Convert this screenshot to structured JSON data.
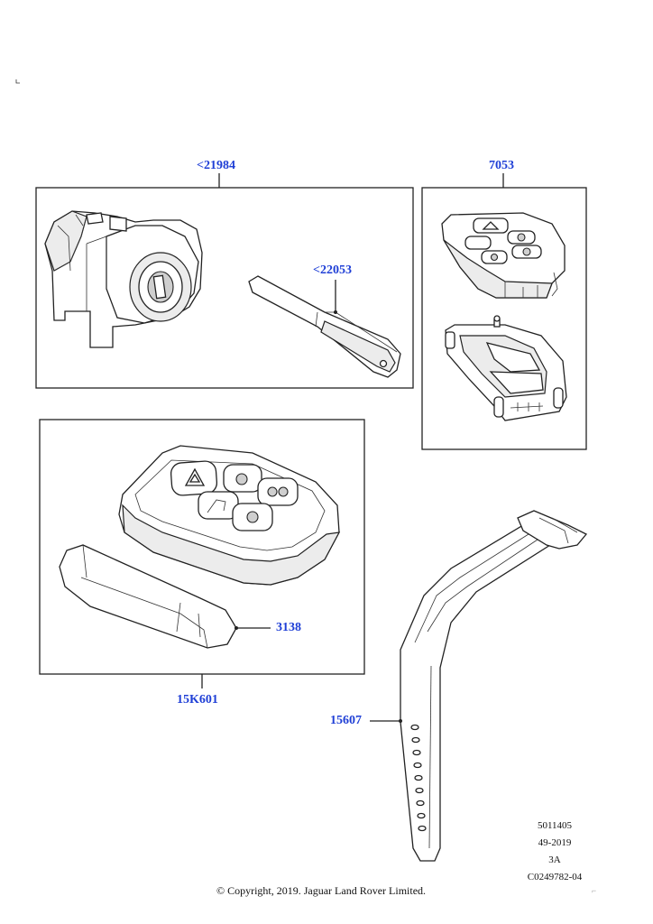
{
  "callouts": {
    "lock_set": "<21984",
    "key_blade": "<22053",
    "remote_case": "7053",
    "smart_key": "15K601",
    "battery_cover": "3138",
    "wrist_strap": "15607"
  },
  "reference": {
    "line1": "5011405",
    "line2": "49-2019",
    "line3": "3A",
    "line4": "C0249782-04"
  },
  "copyright": "© Copyright, 2019. Jaguar Land Rover Limited."
}
